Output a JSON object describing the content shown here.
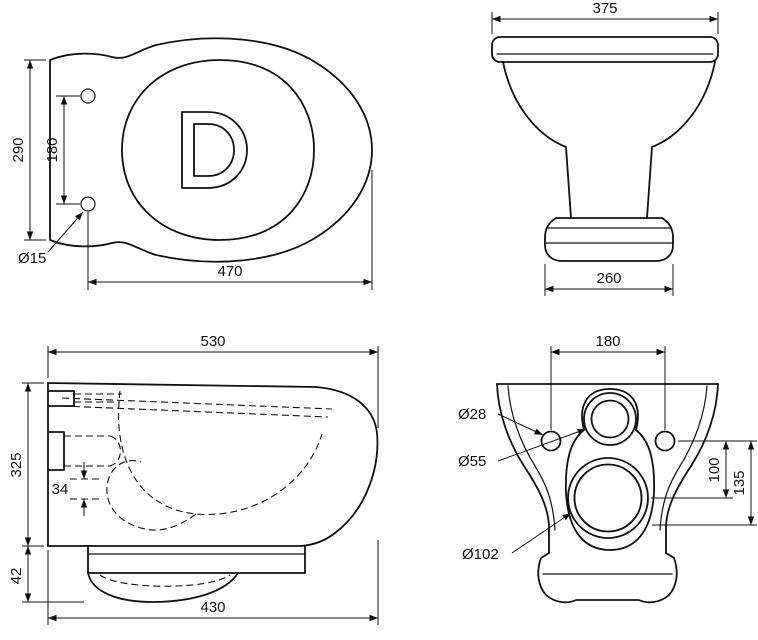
{
  "colors": {
    "line": "#111111",
    "background": "#ffffff"
  },
  "views": {
    "plan": {
      "dim_depth": "290",
      "dim_seat_hole_spacing": "180",
      "dim_seat_hole_diameter": "Ø15",
      "dim_projection": "470"
    },
    "front": {
      "dim_rim_width": "375",
      "dim_base_width": "260"
    },
    "side": {
      "dim_depth_total": "530",
      "dim_height": "325",
      "dim_inlet_offset": "34",
      "dim_foot_height": "42",
      "dim_base_depth": "430"
    },
    "rear": {
      "dim_fixing_hole_spacing": "180",
      "dim_fixing_hole_diameter": "Ø28",
      "dim_inlet_diameter": "Ø55",
      "dim_outlet_diameter": "Ø102",
      "dim_outlet_center_height": "100",
      "dim_fixing_hole_height": "135"
    }
  }
}
